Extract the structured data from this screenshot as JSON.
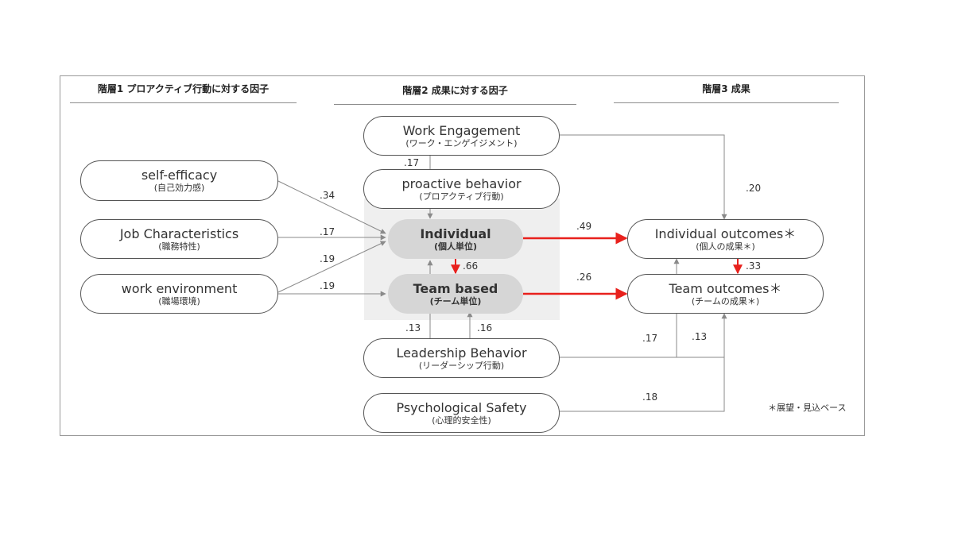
{
  "headers": {
    "tier1": "階層1 プロアクティブ行動に対する因子",
    "tier2": "階層2 成果に対する因子",
    "tier3": "階層3 成果"
  },
  "nodes": {
    "self_efficacy": {
      "label": "self-efficacy",
      "sub": "(自己効力感)"
    },
    "job_characteristics": {
      "label": "Job Characteristics",
      "sub": "(職務特性)"
    },
    "work_environment": {
      "label": "work environment",
      "sub": "(職場環境)"
    },
    "work_engagement": {
      "label": "Work Engagement",
      "sub": "(ワーク・エンゲイジメント)"
    },
    "proactive_behavior": {
      "label": "proactive behavior",
      "sub": "(プロアクティブ行動)"
    },
    "individual": {
      "label": "Individual",
      "sub": "(個人単位)"
    },
    "team_based": {
      "label": "Team based",
      "sub": "(チーム単位)"
    },
    "leadership_behavior": {
      "label": "Leadership Behavior",
      "sub": "(リーダーシップ行動)"
    },
    "psychological_safety": {
      "label": "Psychological Safety",
      "sub": "(心理的安全性)"
    },
    "individual_outcomes": {
      "label": "Individual outcomes＊",
      "sub": "(個人の成果＊)"
    },
    "team_outcomes": {
      "label": "Team outcomes＊",
      "sub": "(チームの成果＊)"
    }
  },
  "coefficients": {
    "work_engagement_to_individual": ".17",
    "self_efficacy_to_individual": ".34",
    "job_characteristics_to_individual": ".17",
    "work_environment_to_individual": ".19",
    "work_environment_to_team": ".19",
    "individual_to_team": ".66",
    "individual_to_individual_outcomes": ".49",
    "team_to_team_outcomes": ".26",
    "work_engagement_to_individual_outcomes": ".20",
    "individual_outcomes_to_team_outcomes": ".33",
    "leadership_to_individual": ".13",
    "leadership_to_team": ".16",
    "leadership_to_individual_outcomes": ".17",
    "leadership_to_team_outcomes": ".13",
    "psych_safety_to_team_outcomes": ".18"
  },
  "note": "＊展望・見込ベース",
  "colors": {
    "strong_path": "#e8211d",
    "path": "#8a8a8a",
    "highlight_box": "#efefef"
  }
}
